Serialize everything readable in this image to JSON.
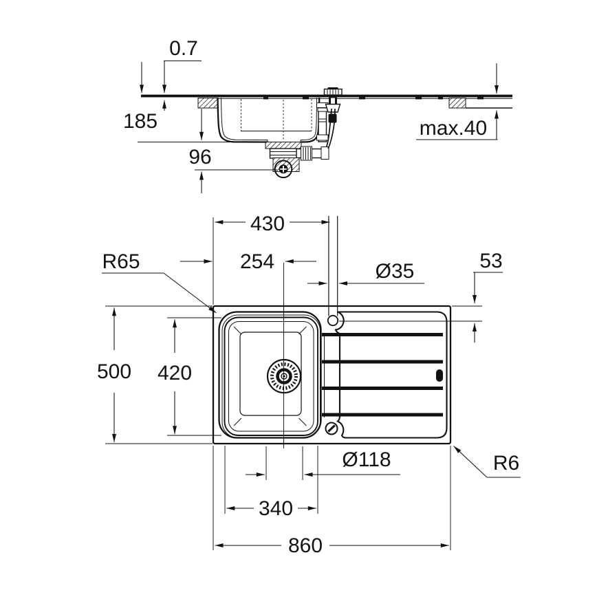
{
  "colors": {
    "line": "#121212",
    "background": "#ffffff"
  },
  "section_view": {
    "labels": {
      "sheet_thickness": "0.7",
      "bowl_depth": "185",
      "drain_offset": "96",
      "worktop_thickness": "max.40"
    }
  },
  "plan_view": {
    "labels": {
      "bowl_module_width": "430",
      "drain_center_offset": "254",
      "tap_hole_diameter": "Ø35",
      "tap_hole_offset": "53",
      "bowl_corner_radius": "R65",
      "overall_depth": "500",
      "bowl_inner_depth": "420",
      "drain_diameter": "Ø118",
      "outer_corner_radius": "R6",
      "bowl_inner_width": "340",
      "overall_width": "860"
    }
  }
}
